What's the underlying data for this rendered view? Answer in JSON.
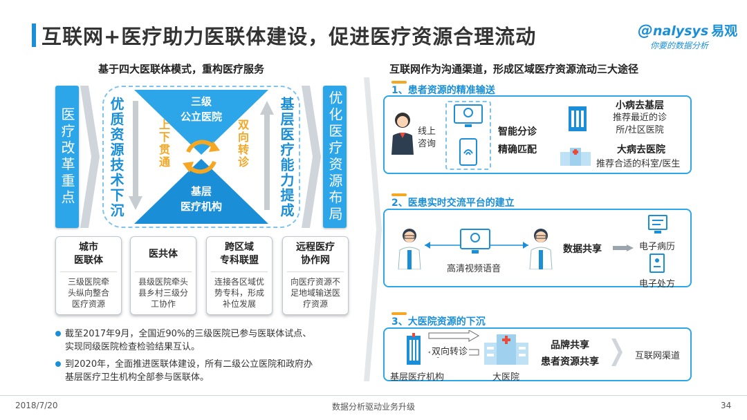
{
  "slide": {
    "title": "互联网+医疗助力医联体建设，促进医疗资源合理流动",
    "logo": {
      "brand": "nalysys",
      "brand_cn": "易观",
      "slogan": "你要的数据分析"
    },
    "date": "2018/7/20",
    "footer_center": "数据分析驱动业务升级",
    "page_number": "34"
  },
  "left": {
    "heading": "基于四大医联体模式，重构医疗服务",
    "left_bar": "医疗改革重点",
    "right_bar": "优化医疗资源布局",
    "left_vertical": "优质资源技术下沉",
    "right_vertical": "基层医疗能力提成",
    "top_triangle": [
      "三级",
      "公立医院"
    ],
    "bottom_triangle": [
      "基层",
      "医疗机构"
    ],
    "left_mid": "上下贯通",
    "right_mid": "双向转诊",
    "cards": [
      {
        "title": [
          "城市",
          "医联体"
        ],
        "body": [
          "三级医院牵",
          "头纵向整合",
          "医疗资源"
        ]
      },
      {
        "title": [
          "医共体"
        ],
        "body": [
          "县级医院牵头",
          "县乡村三级分",
          "工协作"
        ]
      },
      {
        "title": [
          "跨区域",
          "专科联盟"
        ],
        "body": [
          "连接各区域优",
          "势专科，形成",
          "补位发展"
        ]
      },
      {
        "title": [
          "远程医疗",
          "协作网"
        ],
        "body": [
          "向医疗资源不",
          "足地域输送医",
          "疗资源"
        ]
      }
    ],
    "bullets": [
      [
        "截至2017年9月，全国近90%的三级医院已参与医联体试点、",
        "实现同级医院检查检验结果互认。"
      ],
      [
        "到2020年，全面推进医联体建设，所有二级公立医院和政府办",
        "基层医疗卫生机构全部参与医联体。"
      ]
    ]
  },
  "right": {
    "heading": "互联网作为沟通渠道，形成区域医疗资源流动三大途径",
    "sections": [
      {
        "label": "1、患者资源的精准输送",
        "online": [
          "线上",
          "咨询"
        ],
        "match": [
          "智能分诊",
          "精确匹配"
        ],
        "out1_title": "小病去基层",
        "out1_body": [
          "推荐最近的诊",
          "所/社区医院"
        ],
        "out2_title": "大病去医院",
        "out2_body": "推荐合适的科室/医生"
      },
      {
        "label": "2、医患实时交流平台的建立",
        "video": "高清视频语音",
        "share": "数据共享",
        "rec1": "电子病历",
        "rec2": "电子处方"
      },
      {
        "label": "3、大医院资源的下沉",
        "referral": "双向转诊",
        "base": "基层医疗机构",
        "hospital": "大医院",
        "share": [
          "品牌共享",
          "患者资源共享"
        ],
        "channel": "互联网渠道"
      }
    ]
  },
  "colors": {
    "accent": "#1a8fd8",
    "bar": "#2ca6e8",
    "orange": "#f5a623",
    "text": "#333333"
  }
}
